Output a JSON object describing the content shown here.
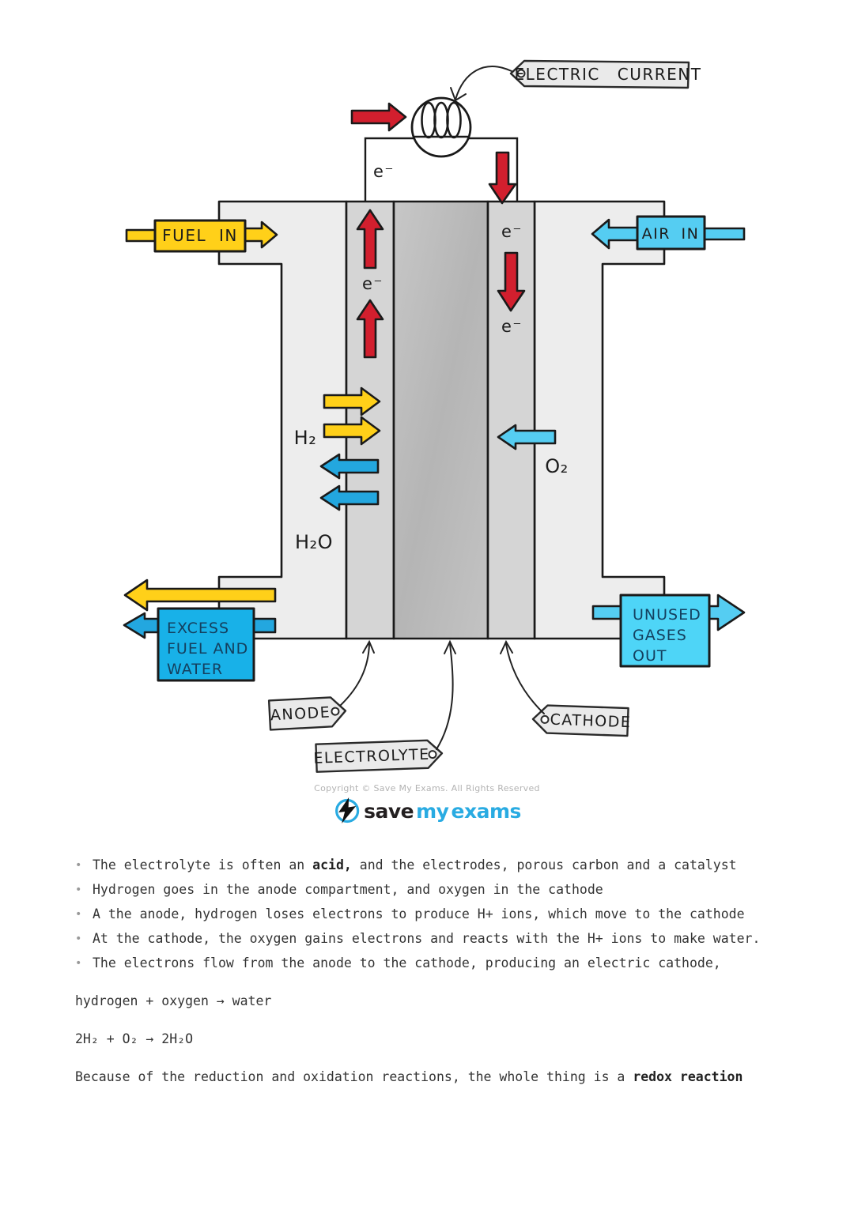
{
  "diagram": {
    "tags": {
      "electric_current": "ELECTRIC CURRENT",
      "anode": "ANODE",
      "electrolyte": "ELECTROLYTE",
      "cathode": "CATHODE"
    },
    "flow_labels": {
      "fuel_in": "FUEL IN",
      "air_in": "AIR IN"
    },
    "species": {
      "e": "e⁻",
      "h2": "H₂",
      "h2o": "H₂O",
      "o2": "O₂"
    },
    "boxes": {
      "excess_lines": [
        "EXCESS",
        "FUEL AND",
        "WATER"
      ],
      "unused_lines": [
        "UNUSED",
        "GASES",
        "OUT"
      ]
    },
    "colors": {
      "yellow": "#FFD019",
      "red": "#D21F2E",
      "blue_deep": "#23A7DF",
      "blue_light": "#55CDF2",
      "box_cyan_deep": "#18B1E8",
      "box_cyan_light": "#4ED5F7"
    }
  },
  "footer": {
    "copyright": "Copyright © Save My Exams. All Rights Reserved",
    "logo_save": "save",
    "logo_my": "my",
    "logo_exams": "exams"
  },
  "content": {
    "bullets": [
      [
        {
          "text": "The electrolyte is often an "
        },
        {
          "text": "acid,",
          "bold": true
        },
        {
          "text": " and the electrodes, porous carbon and a catalyst"
        }
      ],
      [
        {
          "text": "Hydrogen goes in the anode compartment, and oxygen in the cathode"
        }
      ],
      [
        {
          "text": "A the anode, hydrogen loses electrons to produce H+ ions, which move to the cathode"
        }
      ],
      [
        {
          "text": "At the cathode, the oxygen gains electrons and reacts with the H+ ions to make water."
        }
      ],
      [
        {
          "text": "The electrons flow from the anode to the cathode, producing an electric cathode,"
        }
      ]
    ],
    "equation_words": "hydrogen + oxygen → water",
    "equation_formula": "2H₂ + O₂ → 2H₂O",
    "closing": [
      {
        "text": "Because of the reduction and oxidation reactions, the whole thing is a "
      },
      {
        "text": "redox reaction",
        "bold": true
      }
    ]
  }
}
